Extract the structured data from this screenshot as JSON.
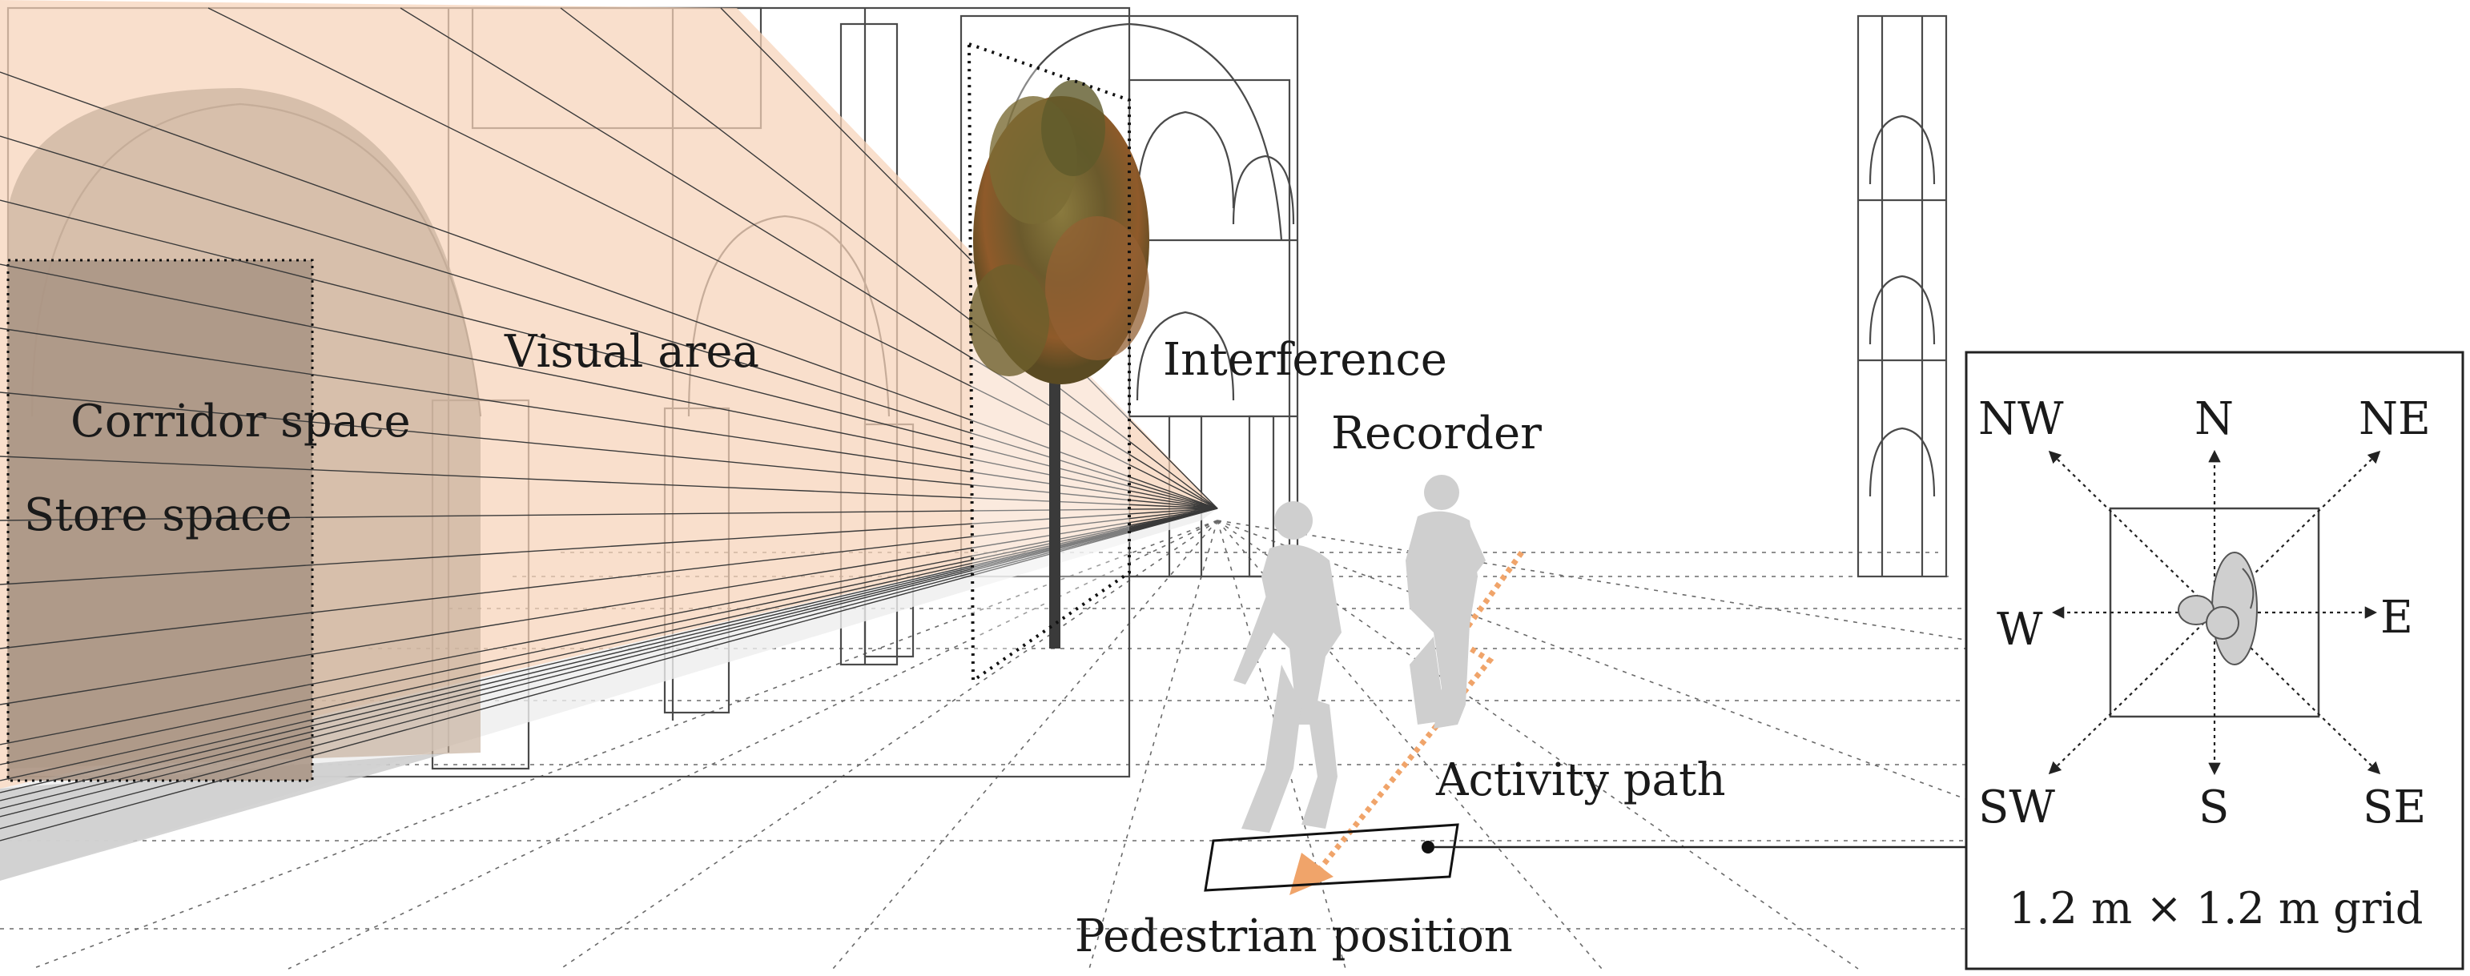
{
  "labels": {
    "visual_area": "Visual area",
    "corridor_space": "Corridor space",
    "store_space": "Store space",
    "interference": "Interference",
    "recorder": "Recorder",
    "activity_path": "Activity path",
    "pedestrian_position": "Pedestrian position"
  },
  "compass": {
    "nw": "NW",
    "n": "N",
    "ne": "NE",
    "w": "W",
    "e": "E",
    "sw": "SW",
    "s": "S",
    "se": "SE",
    "grid_caption": "1.2 m × 1.2 m grid"
  },
  "colors": {
    "visual_area_fill": "#f6d3b8",
    "store_fill": "#a89383",
    "corridor_fill": "#c5ad9a",
    "path_color": "#f0a46a",
    "figure_color": "#cfcfcf",
    "shadow_color": "#cccccc"
  }
}
